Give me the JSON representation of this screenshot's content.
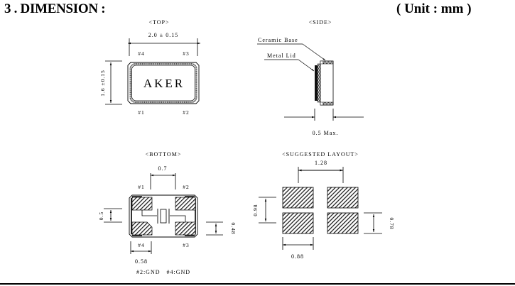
{
  "header": {
    "title": "3 . DIMENSION :",
    "unit": "( Unit : mm )"
  },
  "views": {
    "top": {
      "label": "<TOP>",
      "width_dim": "2.0 ± 0.15",
      "height_dim": "1.6 ±0.15",
      "marking": "AKER",
      "pins": {
        "p1": "#1",
        "p2": "#2",
        "p3": "#3",
        "p4": "#4"
      }
    },
    "side": {
      "label": "<SIDE>",
      "ceramic_base": "Ceramic Base",
      "metal_lid": "Metal Lid",
      "thickness_dim": "0.5 Max."
    },
    "bottom": {
      "label": "<BOTTOM>",
      "pitch_dim": "0.7",
      "pad_height_dim": "0.5",
      "pad_gap_dim": "0.48",
      "pad_width_dim": "0.58",
      "pins": {
        "p1": "#1",
        "p2": "#2",
        "p3": "#3",
        "p4": "#4"
      },
      "note": "#2:GND   #4:GND"
    },
    "layout": {
      "label": "<SUGGESTED LAYOUT>",
      "pitch_x_dim": "1.28",
      "pitch_y_dim": "0.98",
      "pad_height_dim": "0.78",
      "pad_width_dim": "0.88"
    }
  }
}
